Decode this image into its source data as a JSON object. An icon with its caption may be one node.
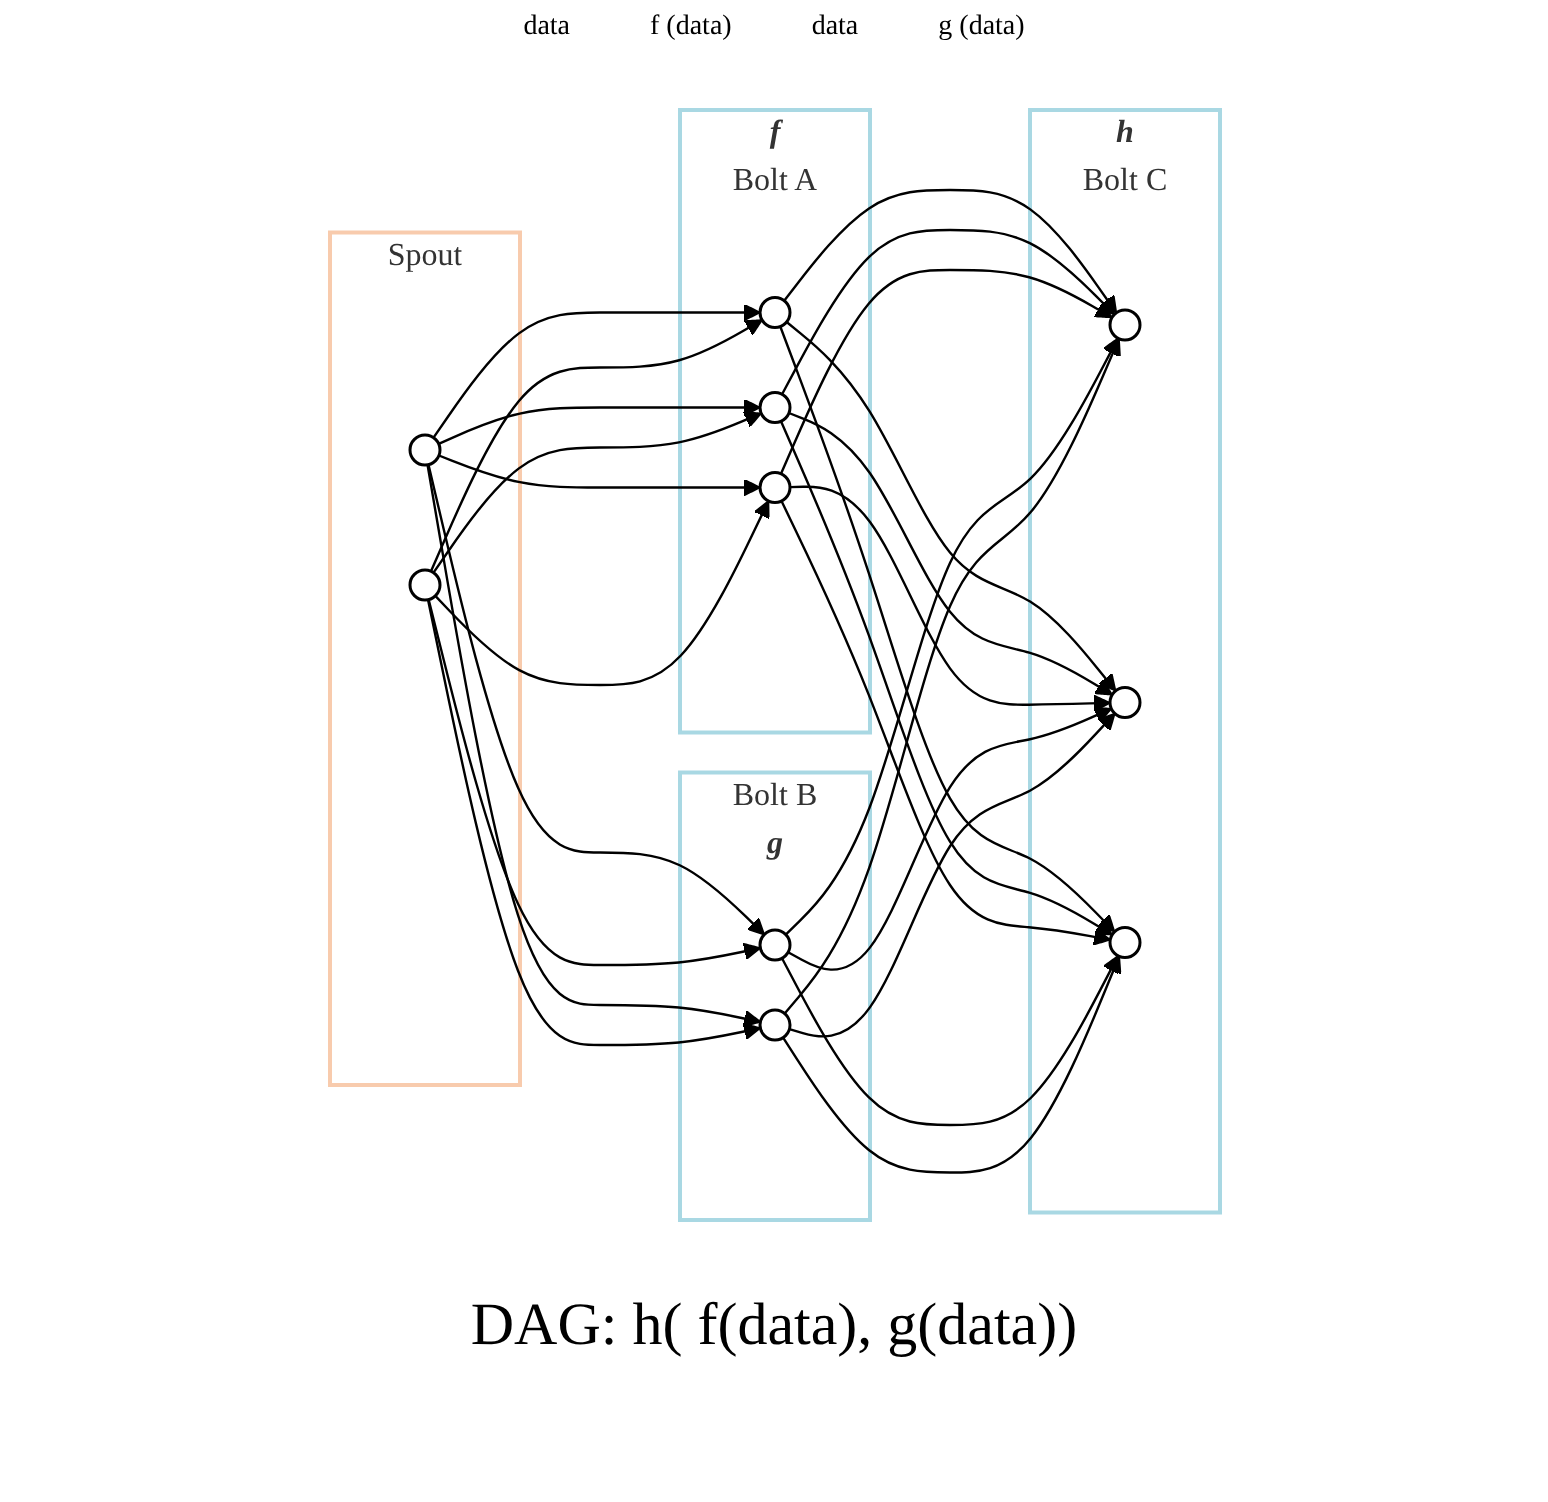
{
  "diagram": {
    "caption": "DAG: h( f(data), g(data))",
    "nodes": [
      {
        "text": [
          "Spout"
        ]
      },
      {
        "text": [],
        "shape": "circle",
        "in": 0
      },
      {
        "text": [],
        "shape": "circle",
        "in": 0
      },
      {
        "text": [
          "Bolt A"
        ],
        "beside": [
          "f"
        ]
      },
      {
        "text": [],
        "shape": "circle",
        "in": 3
      },
      {
        "text": [],
        "shape": "circle",
        "in": 3
      },
      {
        "text": [],
        "shape": "circle",
        "in": 3
      },
      {
        "text": [
          "Bolt B"
        ],
        "beside": [
          "g"
        ]
      },
      {
        "text": [],
        "shape": "circle",
        "in": 7
      },
      {
        "text": [],
        "shape": "circle",
        "in": 7
      },
      {
        "text": [
          "Bolt C"
        ],
        "beside": [
          "h"
        ]
      },
      {
        "text": [],
        "shape": "circle",
        "in": 10
      },
      {
        "text": [],
        "shape": "circle",
        "in": 10
      },
      {
        "text": [],
        "shape": "circle",
        "in": 10
      }
    ],
    "edges": [
      {
        "from": 1,
        "to": 4,
        "arrow": "to"
      },
      {
        "from": 1,
        "to": 5,
        "arrow": "to"
      },
      {
        "from": 1,
        "to": 6,
        "arrow": "to"
      },
      {
        "from": 1,
        "to": 8,
        "arrow": "to"
      },
      {
        "from": 1,
        "to": 9,
        "arrow": "to"
      },
      {
        "from": 2,
        "to": 4,
        "arrow": "to"
      },
      {
        "from": 2,
        "to": 5,
        "arrow": "to"
      },
      {
        "from": 2,
        "to": 6,
        "arrow": "to"
      },
      {
        "from": 2,
        "to": 8,
        "arrow": "to"
      },
      {
        "from": 2,
        "to": 9,
        "arrow": "to"
      },
      {
        "from": 4,
        "to": 11,
        "arrow": "to"
      },
      {
        "from": 4,
        "to": 12,
        "arrow": "to"
      },
      {
        "from": 4,
        "to": 13,
        "arrow": "to"
      },
      {
        "from": 5,
        "to": 11,
        "arrow": "to"
      },
      {
        "from": 5,
        "to": 12,
        "arrow": "to"
      },
      {
        "from": 5,
        "to": 13,
        "arrow": "to"
      },
      {
        "from": 6,
        "to": 11,
        "arrow": "to"
      },
      {
        "from": 6,
        "to": 12,
        "arrow": "to"
      },
      {
        "from": 6,
        "to": 13,
        "arrow": "to"
      },
      {
        "from": 8,
        "to": 11,
        "arrow": "to"
      },
      {
        "from": 8,
        "to": 12,
        "arrow": "to"
      },
      {
        "from": 8,
        "to": 13,
        "arrow": "to"
      },
      {
        "from": 9,
        "to": 11,
        "arrow": "to"
      },
      {
        "from": 9,
        "to": 12,
        "arrow": "to"
      },
      {
        "from": 9,
        "to": 13,
        "arrow": "to"
      }
    ],
    "labels": [
      "data",
      "f (data)",
      "data",
      "g (data)"
    ]
  }
}
